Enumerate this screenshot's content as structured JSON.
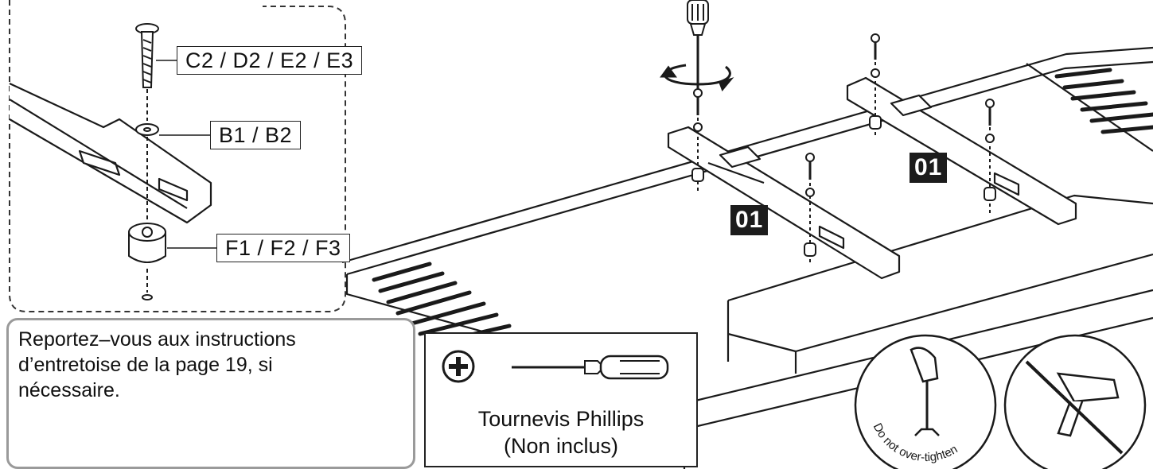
{
  "parts": {
    "screw_label": "C2 / D2 / E2 / E3",
    "washer_label": "B1 / B2",
    "spacer_label": "F1 / F2 / F3"
  },
  "step_badges": [
    "01",
    "01"
  ],
  "note": {
    "line1": "Reportez–vous aux instructions",
    "line2": "d’entretoise de la page 19, si",
    "line3": "nécessaire."
  },
  "tool": {
    "name": "Tournevis Phillips",
    "note": "(Non inclus)"
  },
  "warning": {
    "text": "Do not over-tighten"
  },
  "colors": {
    "line": "#1a1a1a",
    "badge_bg": "#1c1c1c",
    "note_border": "#9a9a9a"
  },
  "icons": [
    "phillips-plus-icon",
    "screwdriver-icon",
    "rotation-arrow-icon",
    "no-power-drill-icon",
    "hand-screwdriver-icon"
  ]
}
